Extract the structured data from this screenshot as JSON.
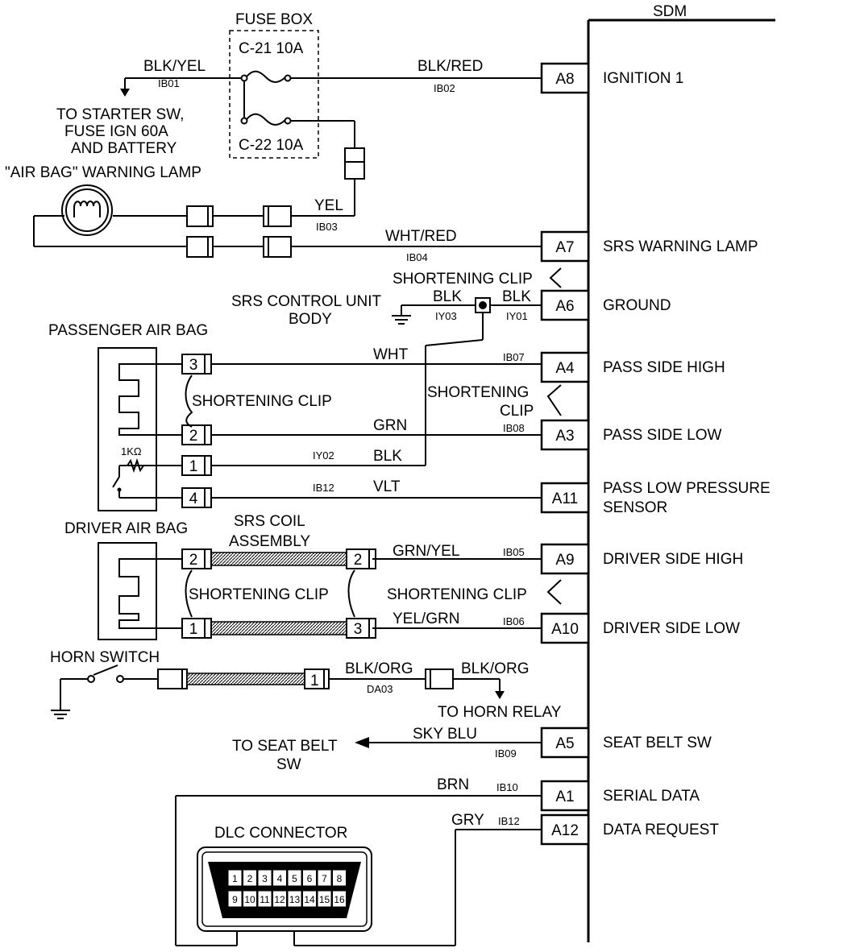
{
  "module": {
    "name": "SDM"
  },
  "fuse_box": {
    "title": "FUSE BOX",
    "fuse1": "C-21 10A",
    "fuse2": "C-22 10A"
  },
  "labels": {
    "to_starter": [
      "TO STARTER SW,",
      "FUSE IGN 60A",
      "AND BATTERY"
    ],
    "warning_lamp": "\"AIR BAG\" WARNING LAMP",
    "shortening_clip": "SHORTENING CLIP",
    "shortening_clip_a": "SHORTENING",
    "shortening_clip_b": "CLIP",
    "srs_body": [
      "SRS CONTROL UNIT",
      "BODY"
    ],
    "passenger_air_bag": "PASSENGER AIR BAG",
    "driver_air_bag": "DRIVER AIR BAG",
    "srs_coil": [
      "SRS COIL",
      "ASSEMBLY"
    ],
    "resistor": "1KΩ",
    "horn_switch": "HORN SWITCH",
    "to_horn_relay": "TO HORN RELAY",
    "to_seat_belt": [
      "TO SEAT BELT",
      "SW"
    ],
    "dlc_connector": "DLC CONNECTOR"
  },
  "wires": {
    "blk_yel": {
      "color": "BLK/YEL",
      "id": "IB01"
    },
    "blk_red": {
      "color": "BLK/RED",
      "id": "IB02"
    },
    "yel": {
      "color": "YEL",
      "id": "IB03"
    },
    "wht_red": {
      "color": "WHT/RED",
      "id": "IB04"
    },
    "blk_body": {
      "color": "BLK",
      "id": "IY03"
    },
    "blk_gnd": {
      "color": "BLK",
      "id": "IY01"
    },
    "wht": {
      "color": "WHT",
      "id": "IB07"
    },
    "grn": {
      "color": "GRN",
      "id": "IB08"
    },
    "blk_bag": {
      "color": "BLK",
      "id": "IY02"
    },
    "vlt": {
      "color": "VLT",
      "id": "IB12"
    },
    "grn_yel": {
      "color": "GRN/YEL",
      "id": "IB05"
    },
    "yel_grn": {
      "color": "YEL/GRN",
      "id": "IB06"
    },
    "blk_org": {
      "color": "BLK/ORG",
      "id": "DA03"
    },
    "blk_org2": {
      "color": "BLK/ORG"
    },
    "sky_blu": {
      "color": "SKY  BLU",
      "id": "IB09"
    },
    "brn": {
      "color": "BRN",
      "id": "IB10"
    },
    "gry": {
      "color": "GRY",
      "id": "IB12"
    }
  },
  "pins": [
    {
      "pin": "A8",
      "name": [
        "IGNITION 1"
      ]
    },
    {
      "pin": "A7",
      "name": [
        "SRS WARNING LAMP"
      ]
    },
    {
      "pin": "A6",
      "name": [
        "GROUND"
      ]
    },
    {
      "pin": "A4",
      "name": [
        "PASS SIDE HIGH"
      ]
    },
    {
      "pin": "A3",
      "name": [
        "PASS SIDE LOW"
      ]
    },
    {
      "pin": "A11",
      "name": [
        "PASS LOW PRESSURE",
        "SENSOR"
      ]
    },
    {
      "pin": "A9",
      "name": [
        "DRIVER SIDE HIGH"
      ]
    },
    {
      "pin": "A10",
      "name": [
        "DRIVER SIDE LOW"
      ]
    },
    {
      "pin": "A5",
      "name": [
        "SEAT BELT SW"
      ]
    },
    {
      "pin": "A1",
      "name": [
        "SERIAL DATA"
      ]
    },
    {
      "pin": "A12",
      "name": [
        "DATA REQUEST"
      ]
    }
  ],
  "passenger_connector": [
    "3",
    "2",
    "1",
    "4"
  ],
  "coil_connector": {
    "in_high": "2",
    "in_low": "1",
    "out_high": "2",
    "out_low": "3"
  },
  "horn_connector": "1",
  "dlc_pins": [
    "1",
    "2",
    "3",
    "4",
    "5",
    "6",
    "7",
    "8",
    "9",
    "10",
    "11",
    "12",
    "13",
    "14",
    "15",
    "16"
  ]
}
